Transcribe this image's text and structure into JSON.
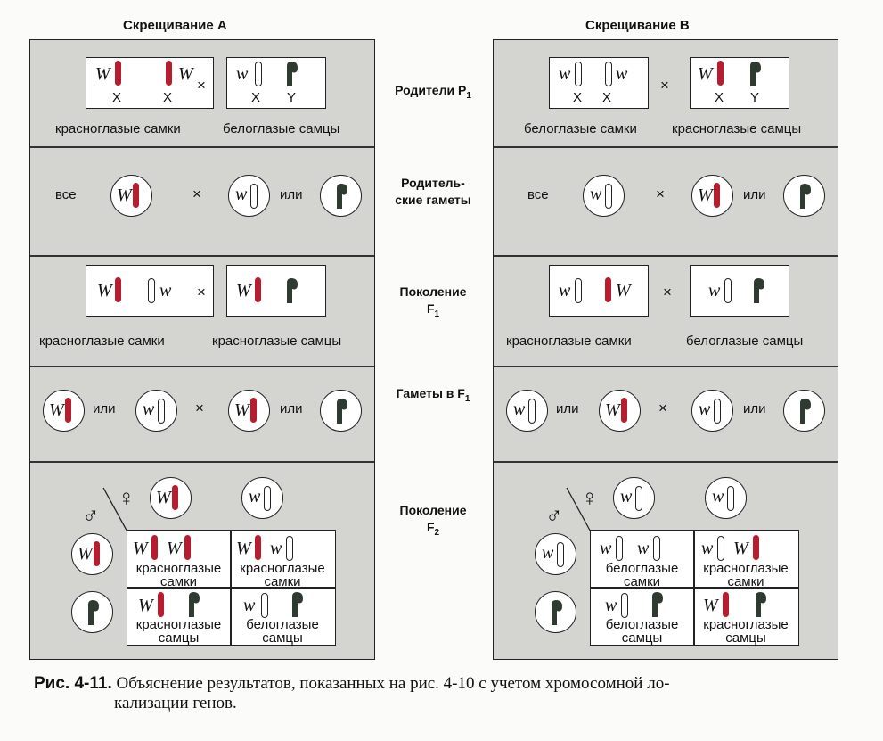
{
  "headers": {
    "cross_a": "Скрещивание А",
    "cross_b": "Скрещивание В"
  },
  "stages": {
    "parents": "Родители P",
    "parents_sub": "1",
    "gametes_line1": "Родитель-",
    "gametes_line2": "ские гаметы",
    "f1_line1": "Поколение",
    "f1_sub": "F",
    "f1_sub_index": "1",
    "gametes_f1": "Гаметы в F",
    "gametes_f1_sub": "1",
    "f2_line1": "Поколение",
    "f2_sub": "F",
    "f2_sub_index": "2"
  },
  "genes": {
    "dominant": "W",
    "recessive": "w",
    "x": "X",
    "y": "Y"
  },
  "symbols": {
    "cross": "×",
    "male": "♂",
    "female": "♀",
    "or": "или",
    "all": "все"
  },
  "phenotypes": {
    "red_females": "красноглазые самки",
    "white_males": "белоглазые самцы",
    "white_females": "белоглазые самки",
    "red_males": "красноглазые самцы",
    "red": "красноглазые",
    "white": "белоглазые",
    "females": "самки",
    "males": "самцы"
  },
  "colors": {
    "red_chromosome": "#b71c2f",
    "y_chromosome": "#2f3a31",
    "panel": "#d4d4d1"
  },
  "caption": {
    "label": "Рис. 4-11.",
    "text": "Объяснение результатов, показанных на рис. 4-10 с учетом хромосомной ло-",
    "text2": "кализации генов."
  }
}
